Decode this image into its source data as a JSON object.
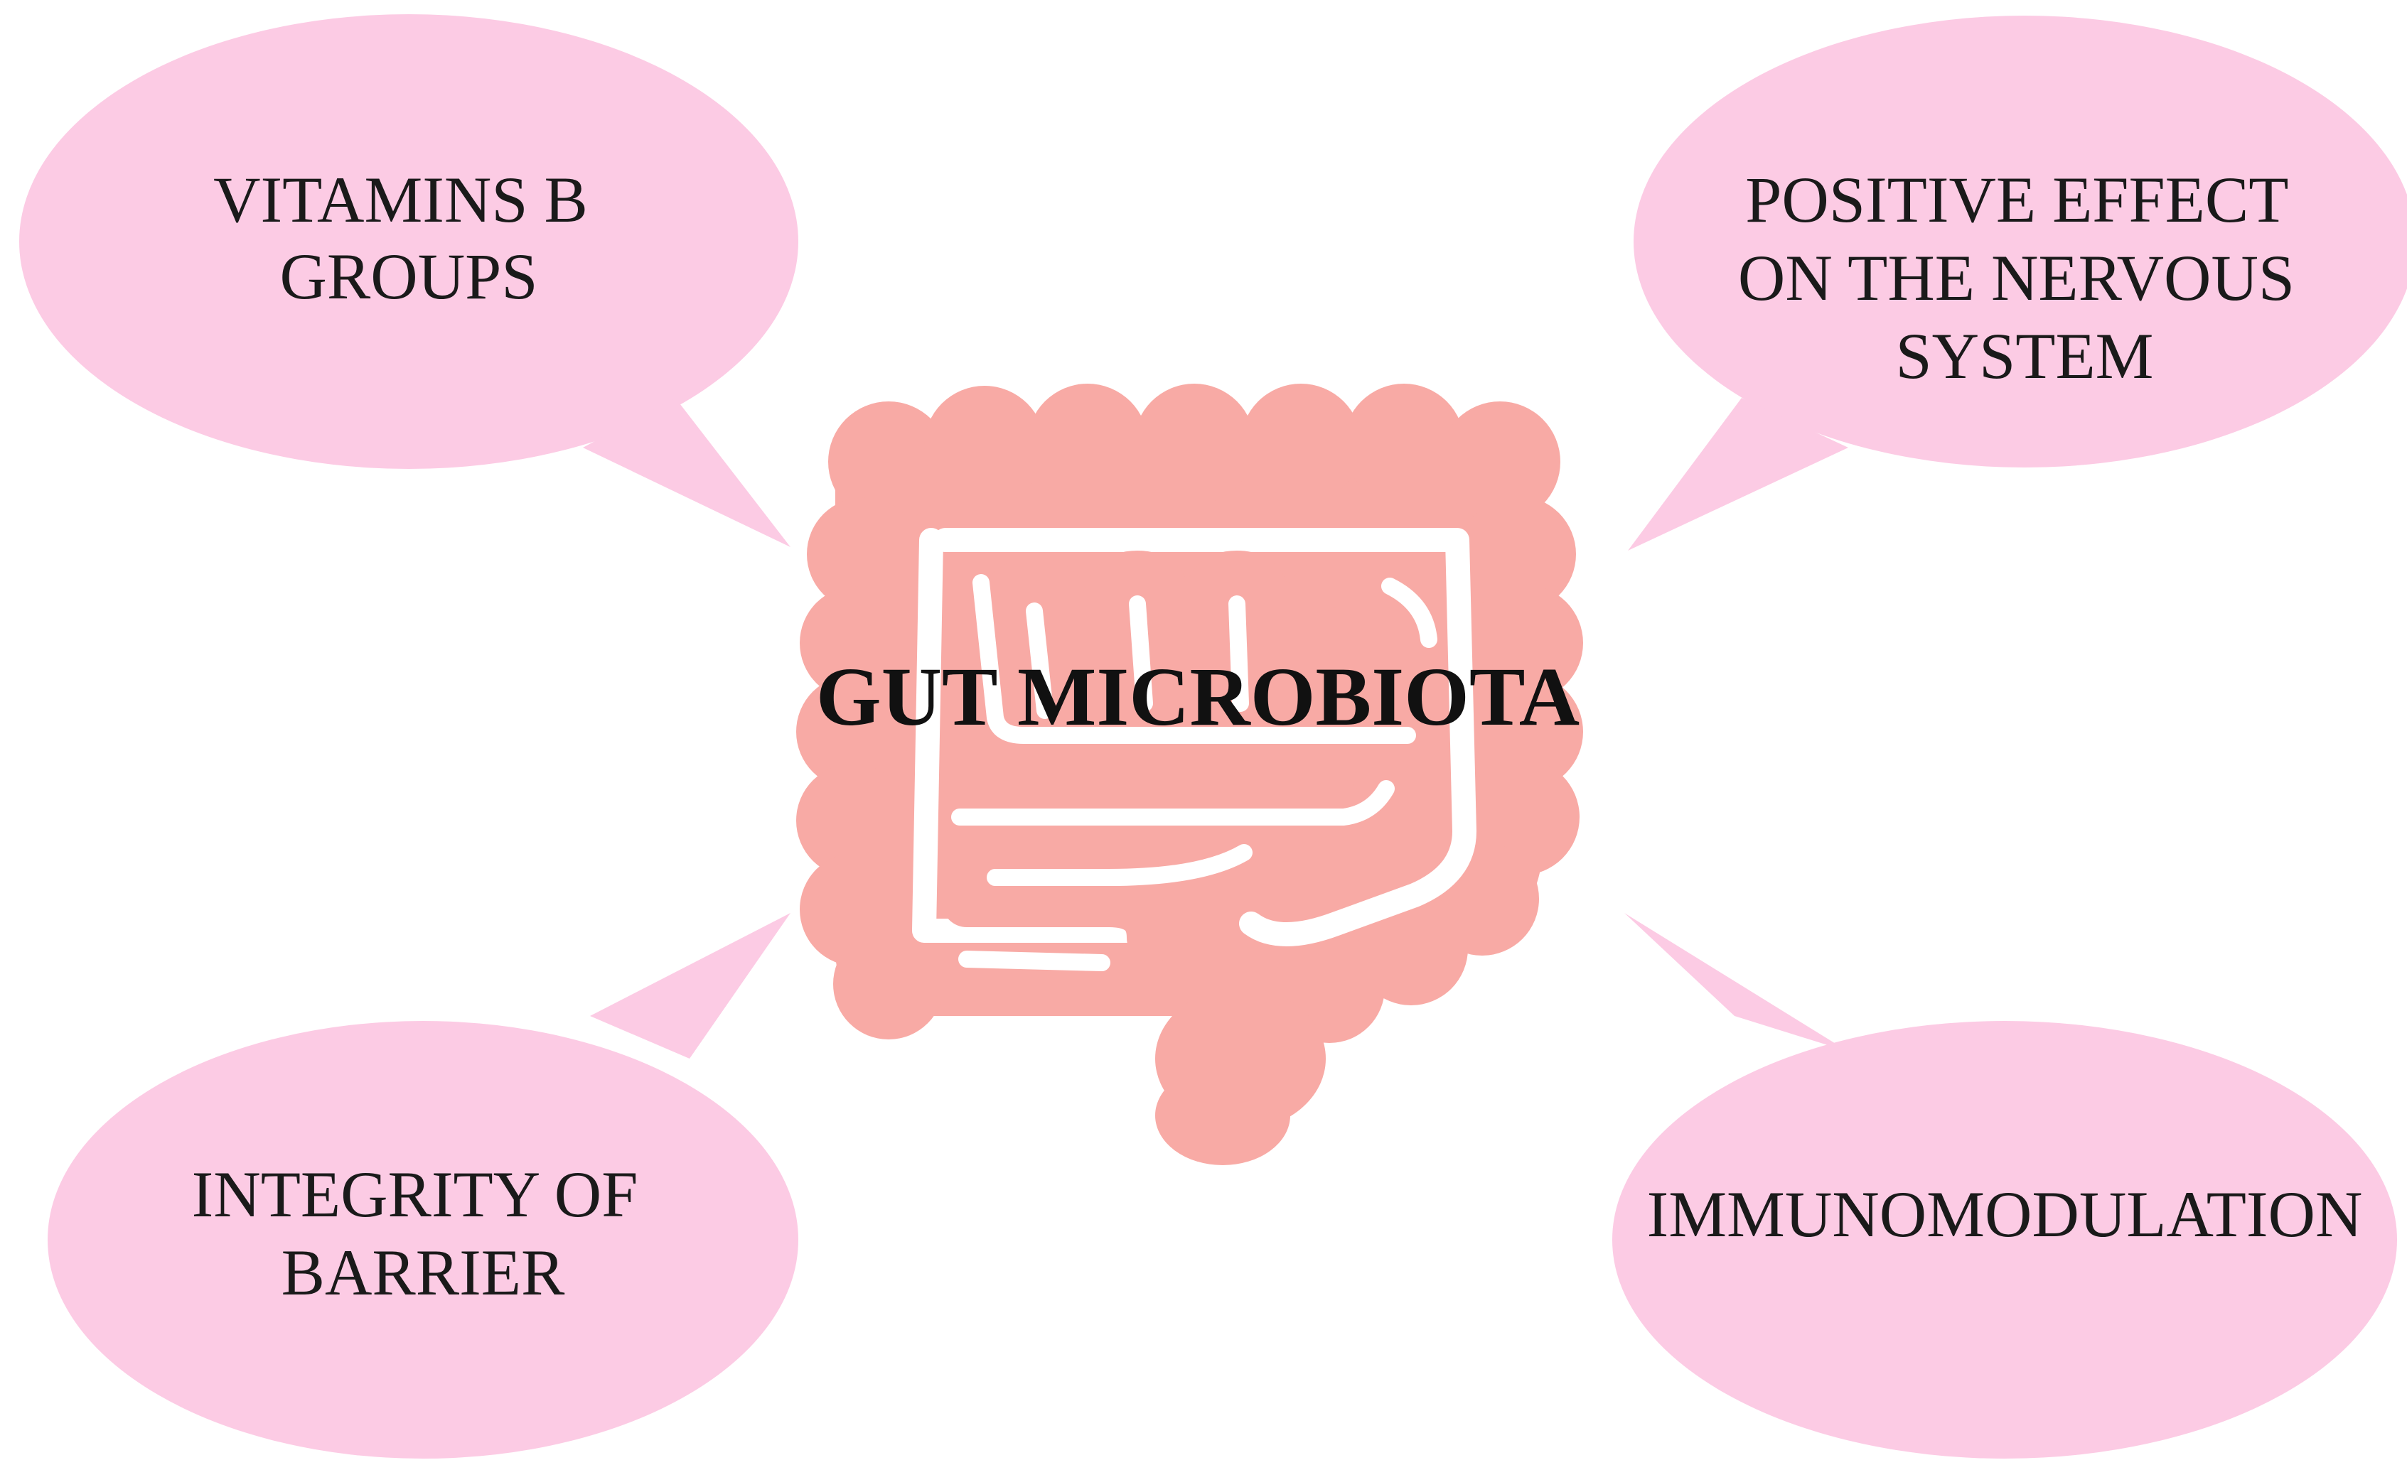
{
  "colors": {
    "bubble": "#fccbe4",
    "intestine": "#f8aaa5",
    "intestine_gap": "#ffffff",
    "text": "#1a1a1a",
    "center_text": "#111111"
  },
  "center": {
    "icon": "intestine-icon",
    "label": "GUT MICROBIOTA"
  },
  "bubbles": {
    "top_left": {
      "lines": [
        "VITAMINS B",
        "GROUPS"
      ]
    },
    "top_right": {
      "lines": [
        "POSITIVE EFFECT",
        "ON THE NERVOUS",
        "SYSTEM"
      ]
    },
    "bottom_left": {
      "lines": [
        "INTEGRITY OF",
        "BARRIER"
      ]
    },
    "bottom_right": {
      "lines": [
        "IMMUNOMODULATION"
      ]
    }
  }
}
